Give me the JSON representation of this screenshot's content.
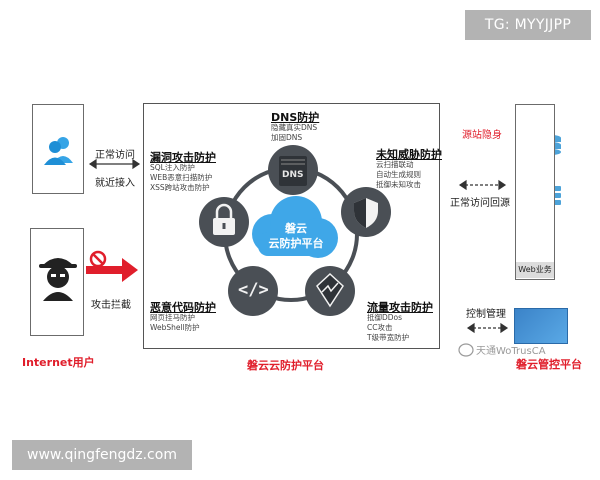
{
  "watermark_top": "TG: MYYJJPP",
  "watermark_bottom": "www.qingfengdz.com",
  "left": {
    "normal_access": "正常访问",
    "nearby_access": "就近接入",
    "attack_block": "攻击拦截",
    "internet_users": "Internet用户"
  },
  "center": {
    "platform_caption": "磐云云防护平台",
    "hub_line1": "磐云",
    "hub_line2": "云防护平台",
    "dns": {
      "title": "DNS防护",
      "lines": [
        "隐藏真实DNS",
        "加固DNS"
      ],
      "icon_text": "DNS"
    },
    "vuln": {
      "title": "漏洞攻击防护",
      "lines": [
        "SQL注入防护",
        "WEB恶意扫描防护",
        "XSS跨站攻击防护"
      ]
    },
    "unknown": {
      "title": "未知威胁防护",
      "lines": [
        "云扫描联动",
        "自动生成规则",
        "抵御未知攻击"
      ]
    },
    "malware": {
      "title": "恶意代码防护",
      "lines": [
        "网页挂马防护",
        "WebShell防护"
      ]
    },
    "traffic": {
      "title": "流量攻击防护",
      "lines": [
        "抵御DDos",
        "CC攻击",
        "T级带宽防护"
      ]
    }
  },
  "right": {
    "origin_hide": "源站隐身",
    "normal_return": "正常访问回源",
    "web_business": "Web业务",
    "control_mgmt": "控制管理",
    "mgmt_platform": "磐云管控平台",
    "wechat_mark": "天通WoTrusCA"
  },
  "colors": {
    "node": "#4a4f55",
    "hub": "#3fa7e8",
    "red": "#e01e2b",
    "ring": "#4a4f55"
  }
}
